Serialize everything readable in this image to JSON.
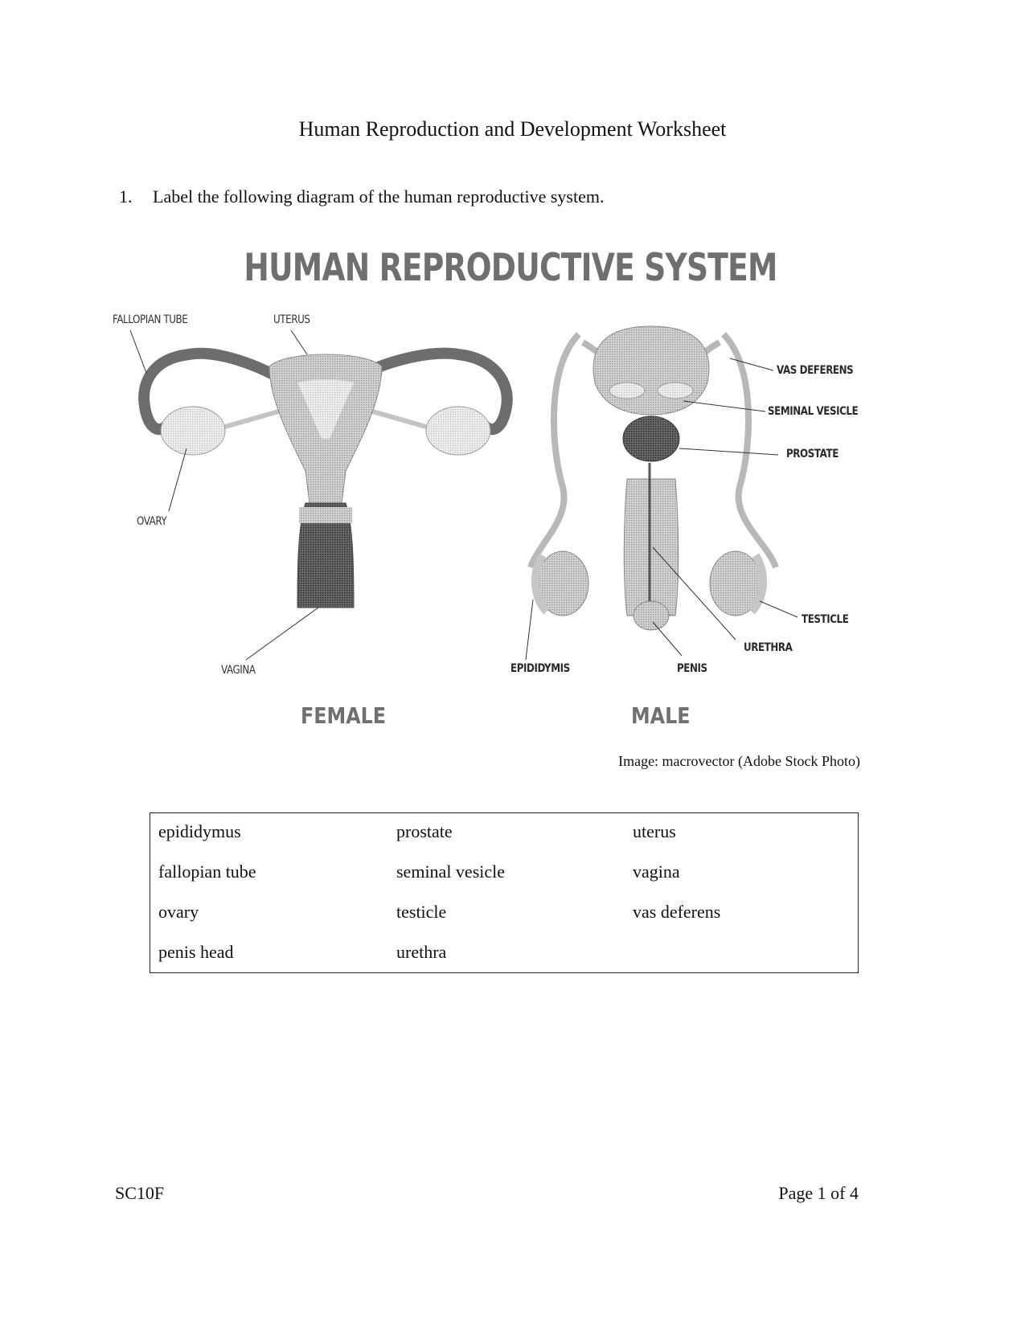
{
  "title": "Human Reproduction and Development Worksheet",
  "question": {
    "number": "1.",
    "text": "Label the following diagram of the human reproductive system."
  },
  "figure": {
    "title": "HUMAN REPRODUCTIVE SYSTEM",
    "female": {
      "heading": "FEMALE",
      "labels": {
        "fallopian_tube": "FALLOPIAN TUBE",
        "uterus": "UTERUS",
        "ovary": "OVARY",
        "vagina": "VAGINA"
      }
    },
    "male": {
      "heading": "MALE",
      "labels": {
        "vas_deferens": "VAS DEFERENS",
        "seminal_vesicle": "SEMINAL VESICLE",
        "prostate": "PROSTATE",
        "testicle": "TESTICLE",
        "urethra": "URETHRA",
        "epididymis": "EPIDIDYMIS",
        "penis": "PENIS"
      }
    },
    "credit": "Image: macrovector (Adobe Stock Photo)"
  },
  "word_bank": {
    "rows": [
      [
        "epididymus",
        "prostate",
        "uterus"
      ],
      [
        "fallopian tube",
        "seminal vesicle",
        "vagina"
      ],
      [
        "ovary",
        "testicle",
        "vas deferens"
      ],
      [
        "penis head",
        "urethra",
        ""
      ]
    ]
  },
  "footer": {
    "left": "SC10F",
    "right": "Page 1 of 4"
  }
}
